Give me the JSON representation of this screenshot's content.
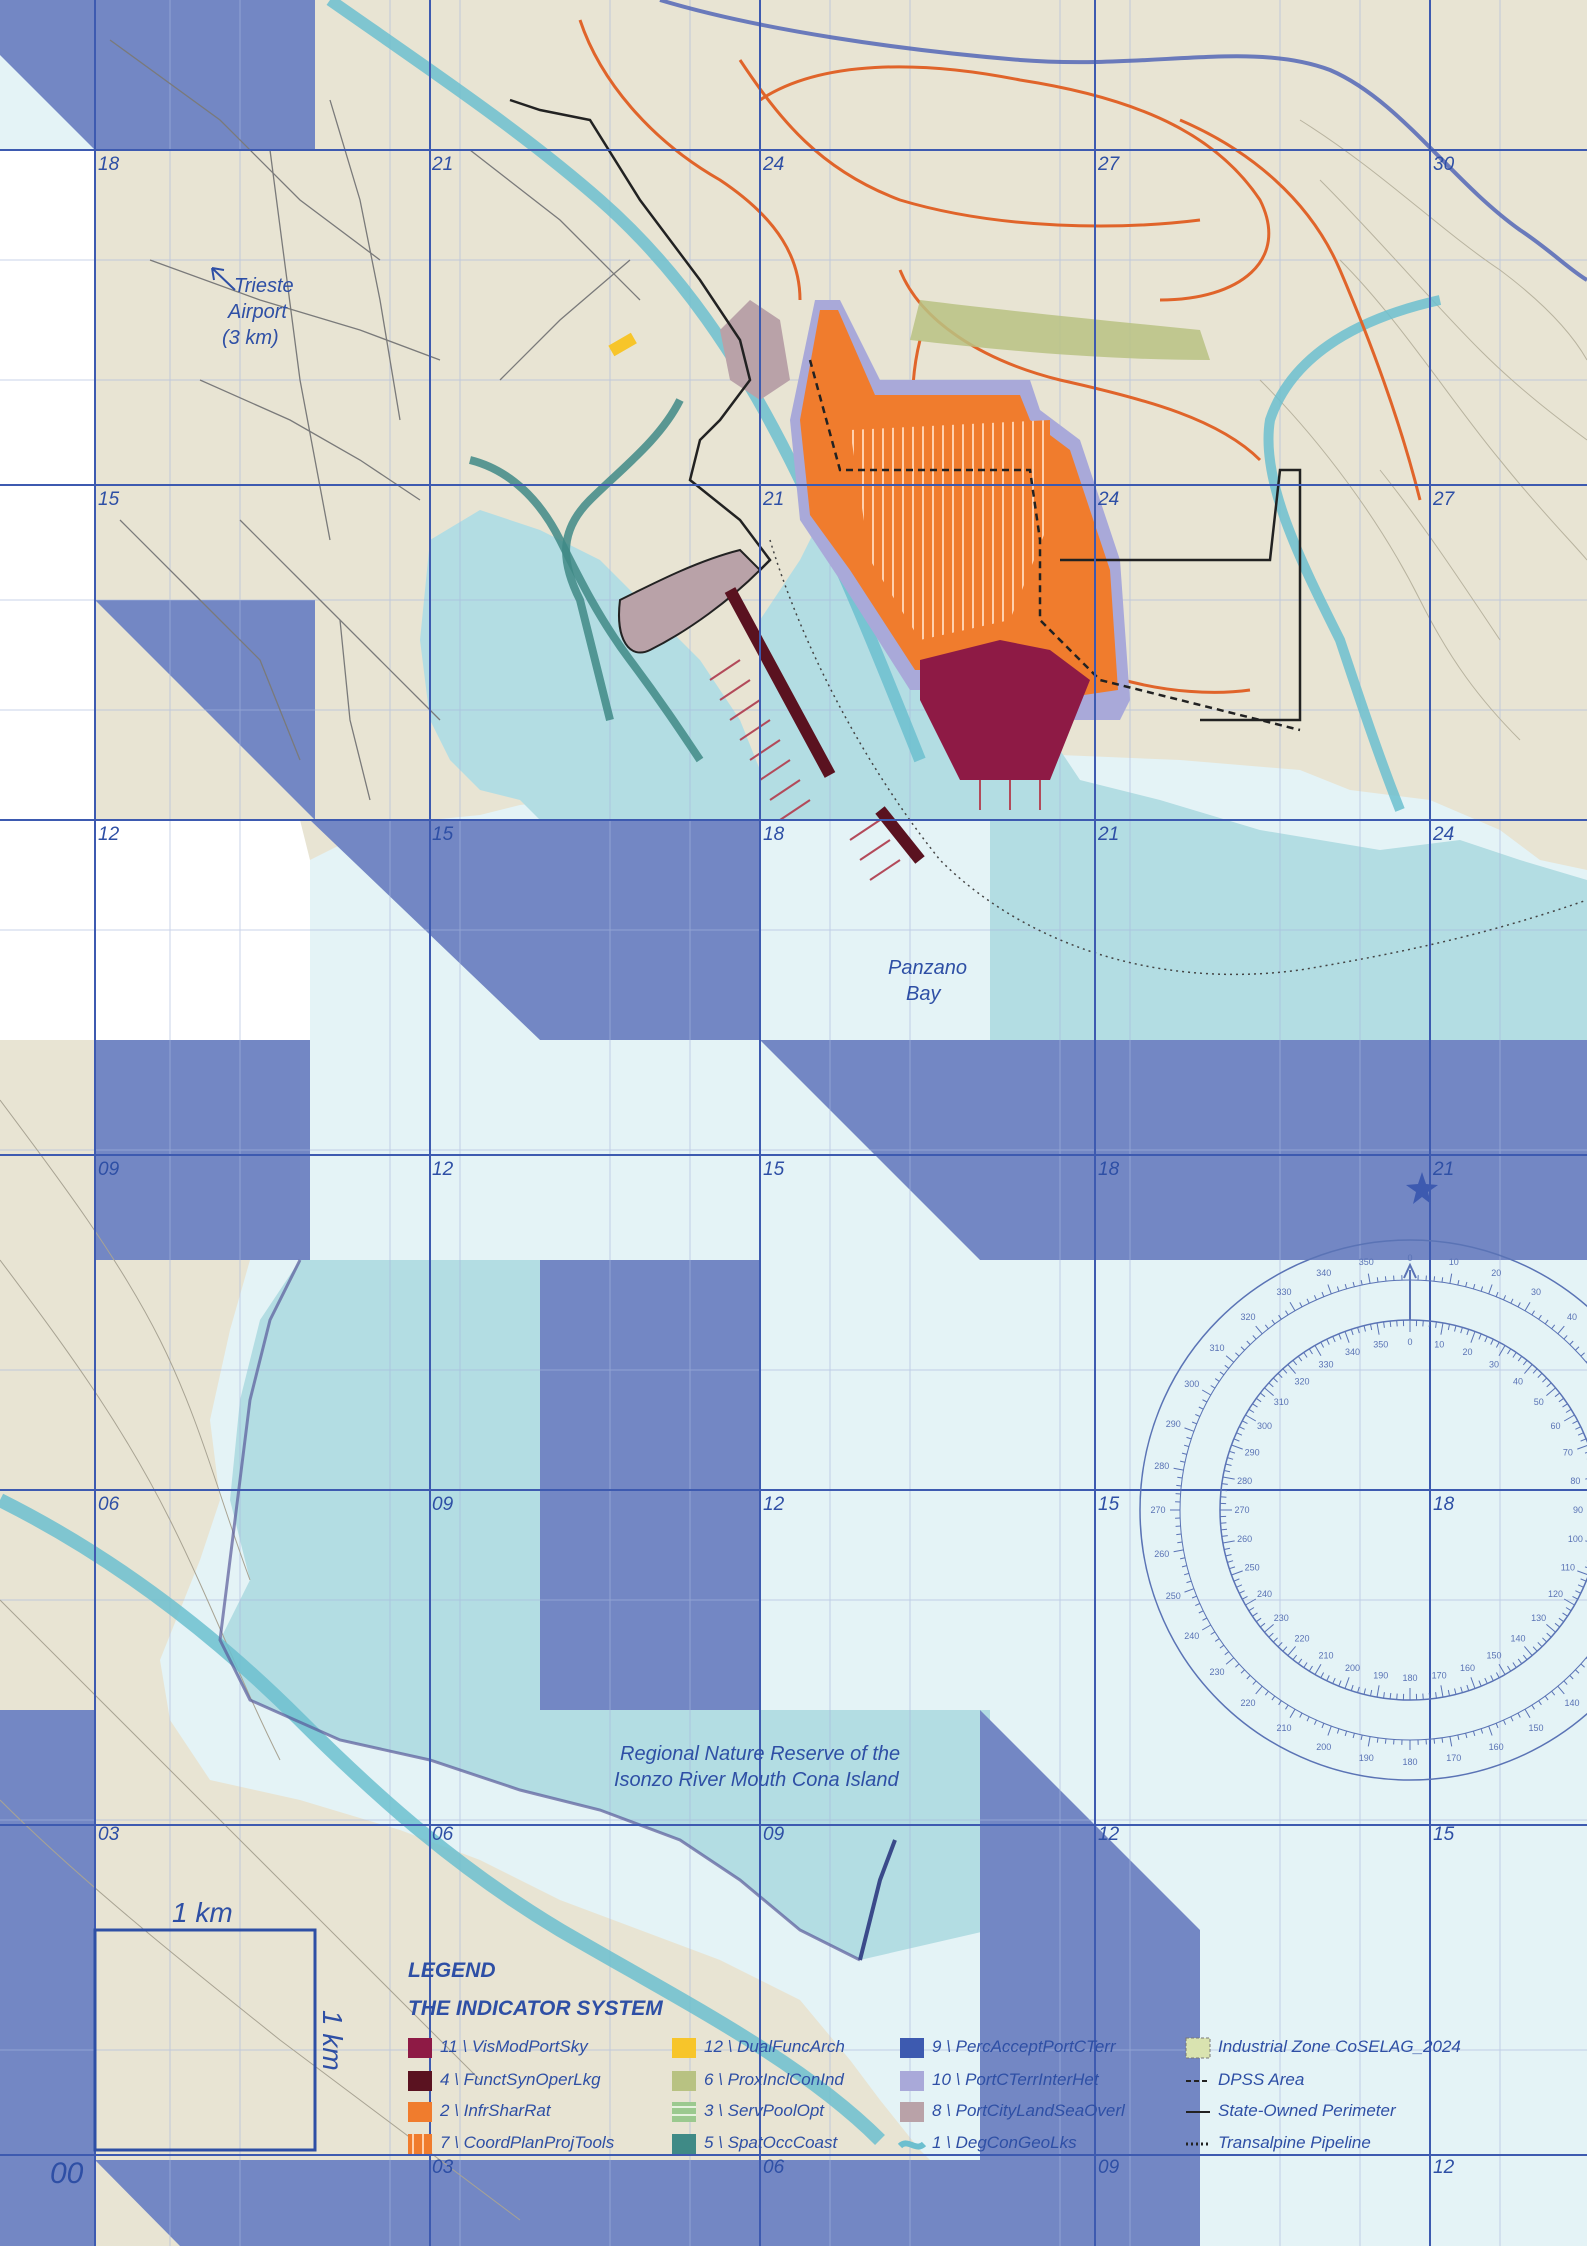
{
  "colors": {
    "land": "#e8e4d3",
    "sea_light": "#e4f3f6",
    "sea": "#b3dde3",
    "block": "#7387c4",
    "grid": "#3d5ab0",
    "text": "#2e4fa5",
    "orange": "#f07c2d",
    "crimson": "#8e1a45",
    "dark_red": "#5a1220",
    "olive": "#b8c282",
    "teal": "#3f8a86",
    "mauve": "#b9a2a8",
    "canal": "#6cbfcf",
    "road": "#7a7a7a",
    "pipeline_orange": "#e0642a"
  },
  "grid": {
    "x_labels": [
      "18",
      "21",
      "24",
      "27",
      "30",
      "15",
      "21",
      "24",
      "27",
      "12",
      "15",
      "18",
      "21",
      "24",
      "09",
      "12",
      "15",
      "18",
      "21",
      "06",
      "09",
      "12",
      "15",
      "18",
      "03",
      "06",
      "09",
      "12",
      "15",
      "03",
      "06",
      "09",
      "12"
    ],
    "origin": "00"
  },
  "places": {
    "airport": "Trieste\nAirport\n(3 km)",
    "airport_line1": "Trieste",
    "airport_line2": "Airport",
    "airport_line3": "(3 km)",
    "bay_line1": "Panzano",
    "bay_line2": "Bay",
    "reserve_line1": "Regional Nature Reserve of the",
    "reserve_line2": "Isonzo River Mouth Cona Island"
  },
  "scale": {
    "horizontal": "1 km",
    "vertical": "1 km"
  },
  "legend": {
    "title": "LEGEND",
    "subtitle": "THE INDICATOR SYSTEM",
    "items": [
      {
        "label": "11 \\ VisModPortSky",
        "color": "#8e1a45",
        "pattern": "solid"
      },
      {
        "label": "4 \\ FunctSynOperLkg",
        "color": "#5a1220",
        "pattern": "solid"
      },
      {
        "label": "2 \\ InfrSharRat",
        "color": "#f07c2d",
        "pattern": "solid"
      },
      {
        "label": "7 \\ CoordPlanProjTools",
        "color": "#f07c2d",
        "pattern": "striped"
      },
      {
        "label": "12 \\ DualFuncArch",
        "color": "#f7c52a",
        "pattern": "solid"
      },
      {
        "label": "6 \\ ProxInclConInd",
        "color": "#b8c282",
        "pattern": "solid"
      },
      {
        "label": "3 \\ ServPoolOpt",
        "color": "#9bc98f",
        "pattern": "striped"
      },
      {
        "label": "5 \\ SpatOccCoast",
        "color": "#3f8a86",
        "pattern": "solid"
      },
      {
        "label": "9 \\ PercAcceptPortCTerr",
        "color": "#3d5ab0",
        "pattern": "solid"
      },
      {
        "label": "10 \\ PortCTerrInterHet",
        "color": "#a9a9d9",
        "pattern": "solid"
      },
      {
        "label": "8 \\ PortCityLandSeaOverl",
        "color": "#b9a2a8",
        "pattern": "solid"
      },
      {
        "label": "1 \\ DegConGeoLks",
        "color": "#6cbfcf",
        "pattern": "canal"
      },
      {
        "label": "Industrial Zone CoSELAG_2024",
        "color": "#d9e3b0",
        "pattern": "dashed-box"
      },
      {
        "label": "DPSS Area",
        "color": "#222222",
        "pattern": "dashed-line"
      },
      {
        "label": "State-Owned Perimeter",
        "color": "#222222",
        "pattern": "solid-line"
      },
      {
        "label": "Transalpine Pipeline",
        "color": "#222222",
        "pattern": "dotted-line"
      }
    ]
  }
}
